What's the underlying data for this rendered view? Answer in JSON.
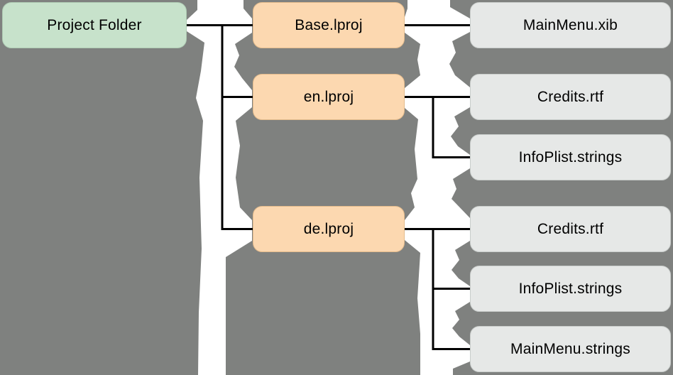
{
  "diagram": {
    "description": "Localized project folder structure tree",
    "root": {
      "label": "Project Folder"
    },
    "folders": [
      {
        "label": "Base.lproj",
        "files": [
          {
            "label": "MainMenu.xib"
          }
        ]
      },
      {
        "label": "en.lproj",
        "files": [
          {
            "label": "Credits.rtf"
          },
          {
            "label": "InfoPlist.strings"
          }
        ]
      },
      {
        "label": "de.lproj",
        "files": [
          {
            "label": "Credits.rtf"
          },
          {
            "label": "InfoPlist.strings"
          },
          {
            "label": "MainMenu.strings"
          }
        ]
      }
    ],
    "colors": {
      "background": "#7f817f",
      "root_node_fill": "#c7e2cb",
      "folder_node_fill": "#fcd8b0",
      "file_node_fill": "#e6e8e7",
      "connector_line": "#000000",
      "tear_strip": "#ffffff",
      "text": "#000000"
    }
  }
}
